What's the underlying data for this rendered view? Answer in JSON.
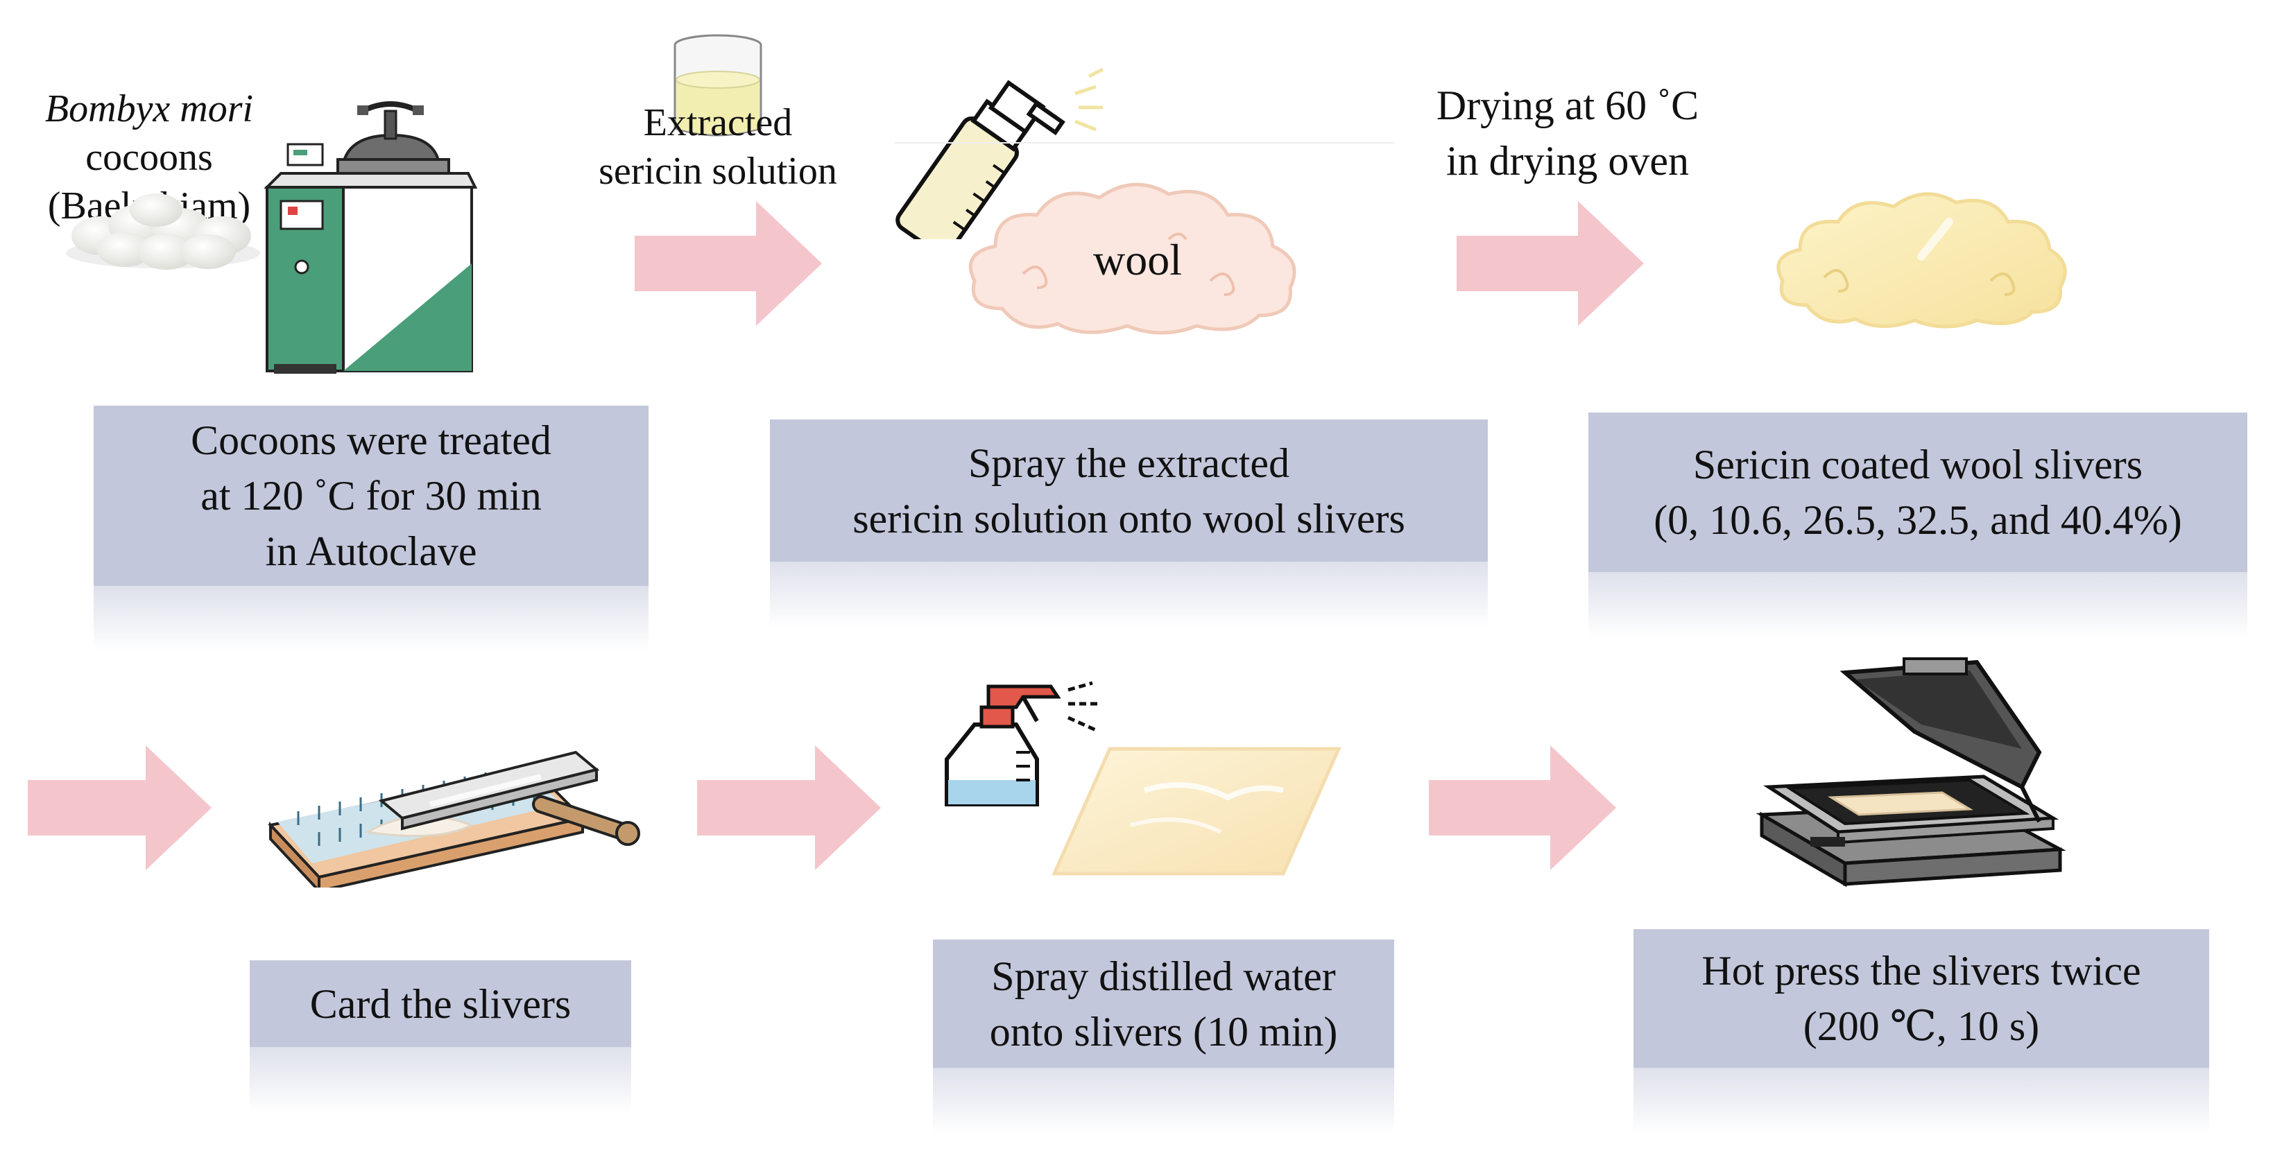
{
  "top_labels": {
    "cocoon_line1": "Bombyx mori",
    "cocoon_line2": "cocoons",
    "cocoon_line3": "(Baekokjam)",
    "sericin_line1": "Extracted",
    "sericin_line2": "sericin solution",
    "wool": "wool",
    "drying_line1": "Drying at 60 ˚C",
    "drying_line2": "in drying oven"
  },
  "steps": [
    {
      "lines": [
        "Cocoons were treated",
        "at 120 ˚C for 30 min",
        "in Autoclave"
      ]
    },
    {
      "lines": [
        "Spray the extracted",
        "sericin solution onto wool slivers"
      ]
    },
    {
      "lines": [
        "Sericin coated wool slivers",
        "(0, 10.6, 26.5, 32.5, and 40.4%)"
      ]
    },
    {
      "lines": [
        "Card the slivers"
      ]
    },
    {
      "lines": [
        "Spray distilled water",
        "onto slivers (10 min)"
      ]
    },
    {
      "lines": [
        "Hot press the slivers twice",
        "(200 ℃, 10 s)"
      ]
    }
  ],
  "colors": {
    "box": "#c3c7db",
    "arrow": "#f4c6cc",
    "autoclave_green": "#4a9e7a",
    "wool": "#fbe7df"
  }
}
